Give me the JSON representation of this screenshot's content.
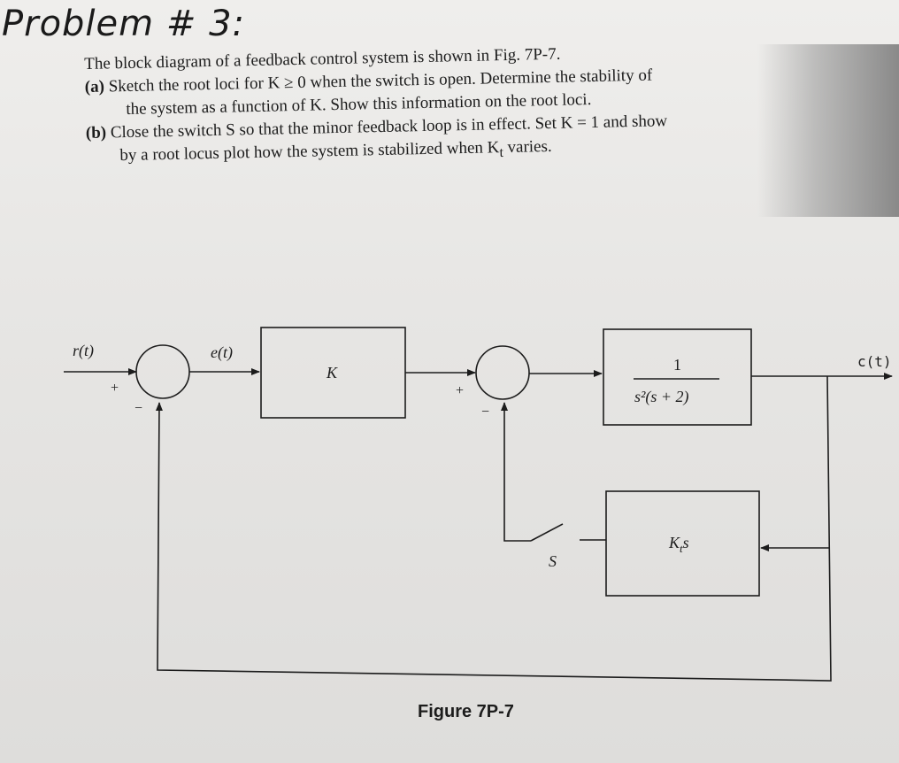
{
  "heading": "Problem # 3:",
  "problem": {
    "intro": "The block diagram of a feedback control system is shown in Fig. 7P-7.",
    "part_a_label": "(a)",
    "part_a_line1": "Sketch the root loci for K ≥ 0 when the switch is open. Determine the stability of",
    "part_a_line2": "the system as a function of K. Show this information on the root loci.",
    "part_b_label": "(b)",
    "part_b_line1": "Close the switch S so that the minor feedback loop is in effect. Set K = 1 and show",
    "part_b_line2": "by a root locus plot how the system is stabilized when K",
    "part_b_sub": "t",
    "part_b_end": " varies."
  },
  "diagram": {
    "input_label": "r(t)",
    "error_label": "e(t)",
    "output_label": "c(t)",
    "gain_block": "K",
    "plant_numerator": "1",
    "plant_denominator": "s²(s + 2)",
    "feedback_block_main": "K",
    "feedback_block_sub": "t",
    "feedback_block_s": "s",
    "switch_label": "S",
    "sum1_plus": "+",
    "sum1_minus": "−",
    "sum2_plus": "+",
    "sum2_minus": "−"
  },
  "caption": "Figure 7P-7"
}
